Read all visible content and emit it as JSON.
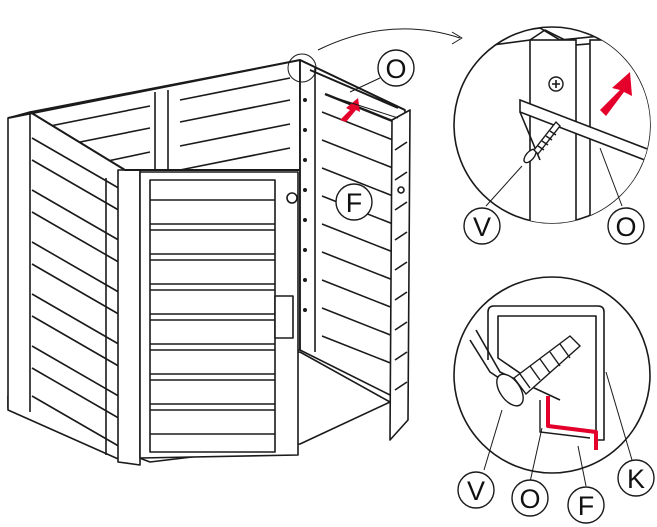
{
  "callouts": {
    "main_o": "O",
    "main_f": "F",
    "detail_top_v": "V",
    "detail_top_o": "O",
    "detail_bottom_v": "V",
    "detail_bottom_o": "O",
    "detail_bottom_f": "F",
    "detail_bottom_k": "K"
  },
  "colors": {
    "line": "#1a1a1a",
    "panel_fill": "#ffffff",
    "arrow_red": "#e4002b",
    "bracket_red": "#e4002b"
  },
  "icons": {
    "screw": "screw-icon",
    "direction_arrow": "red-arrow-icon"
  }
}
